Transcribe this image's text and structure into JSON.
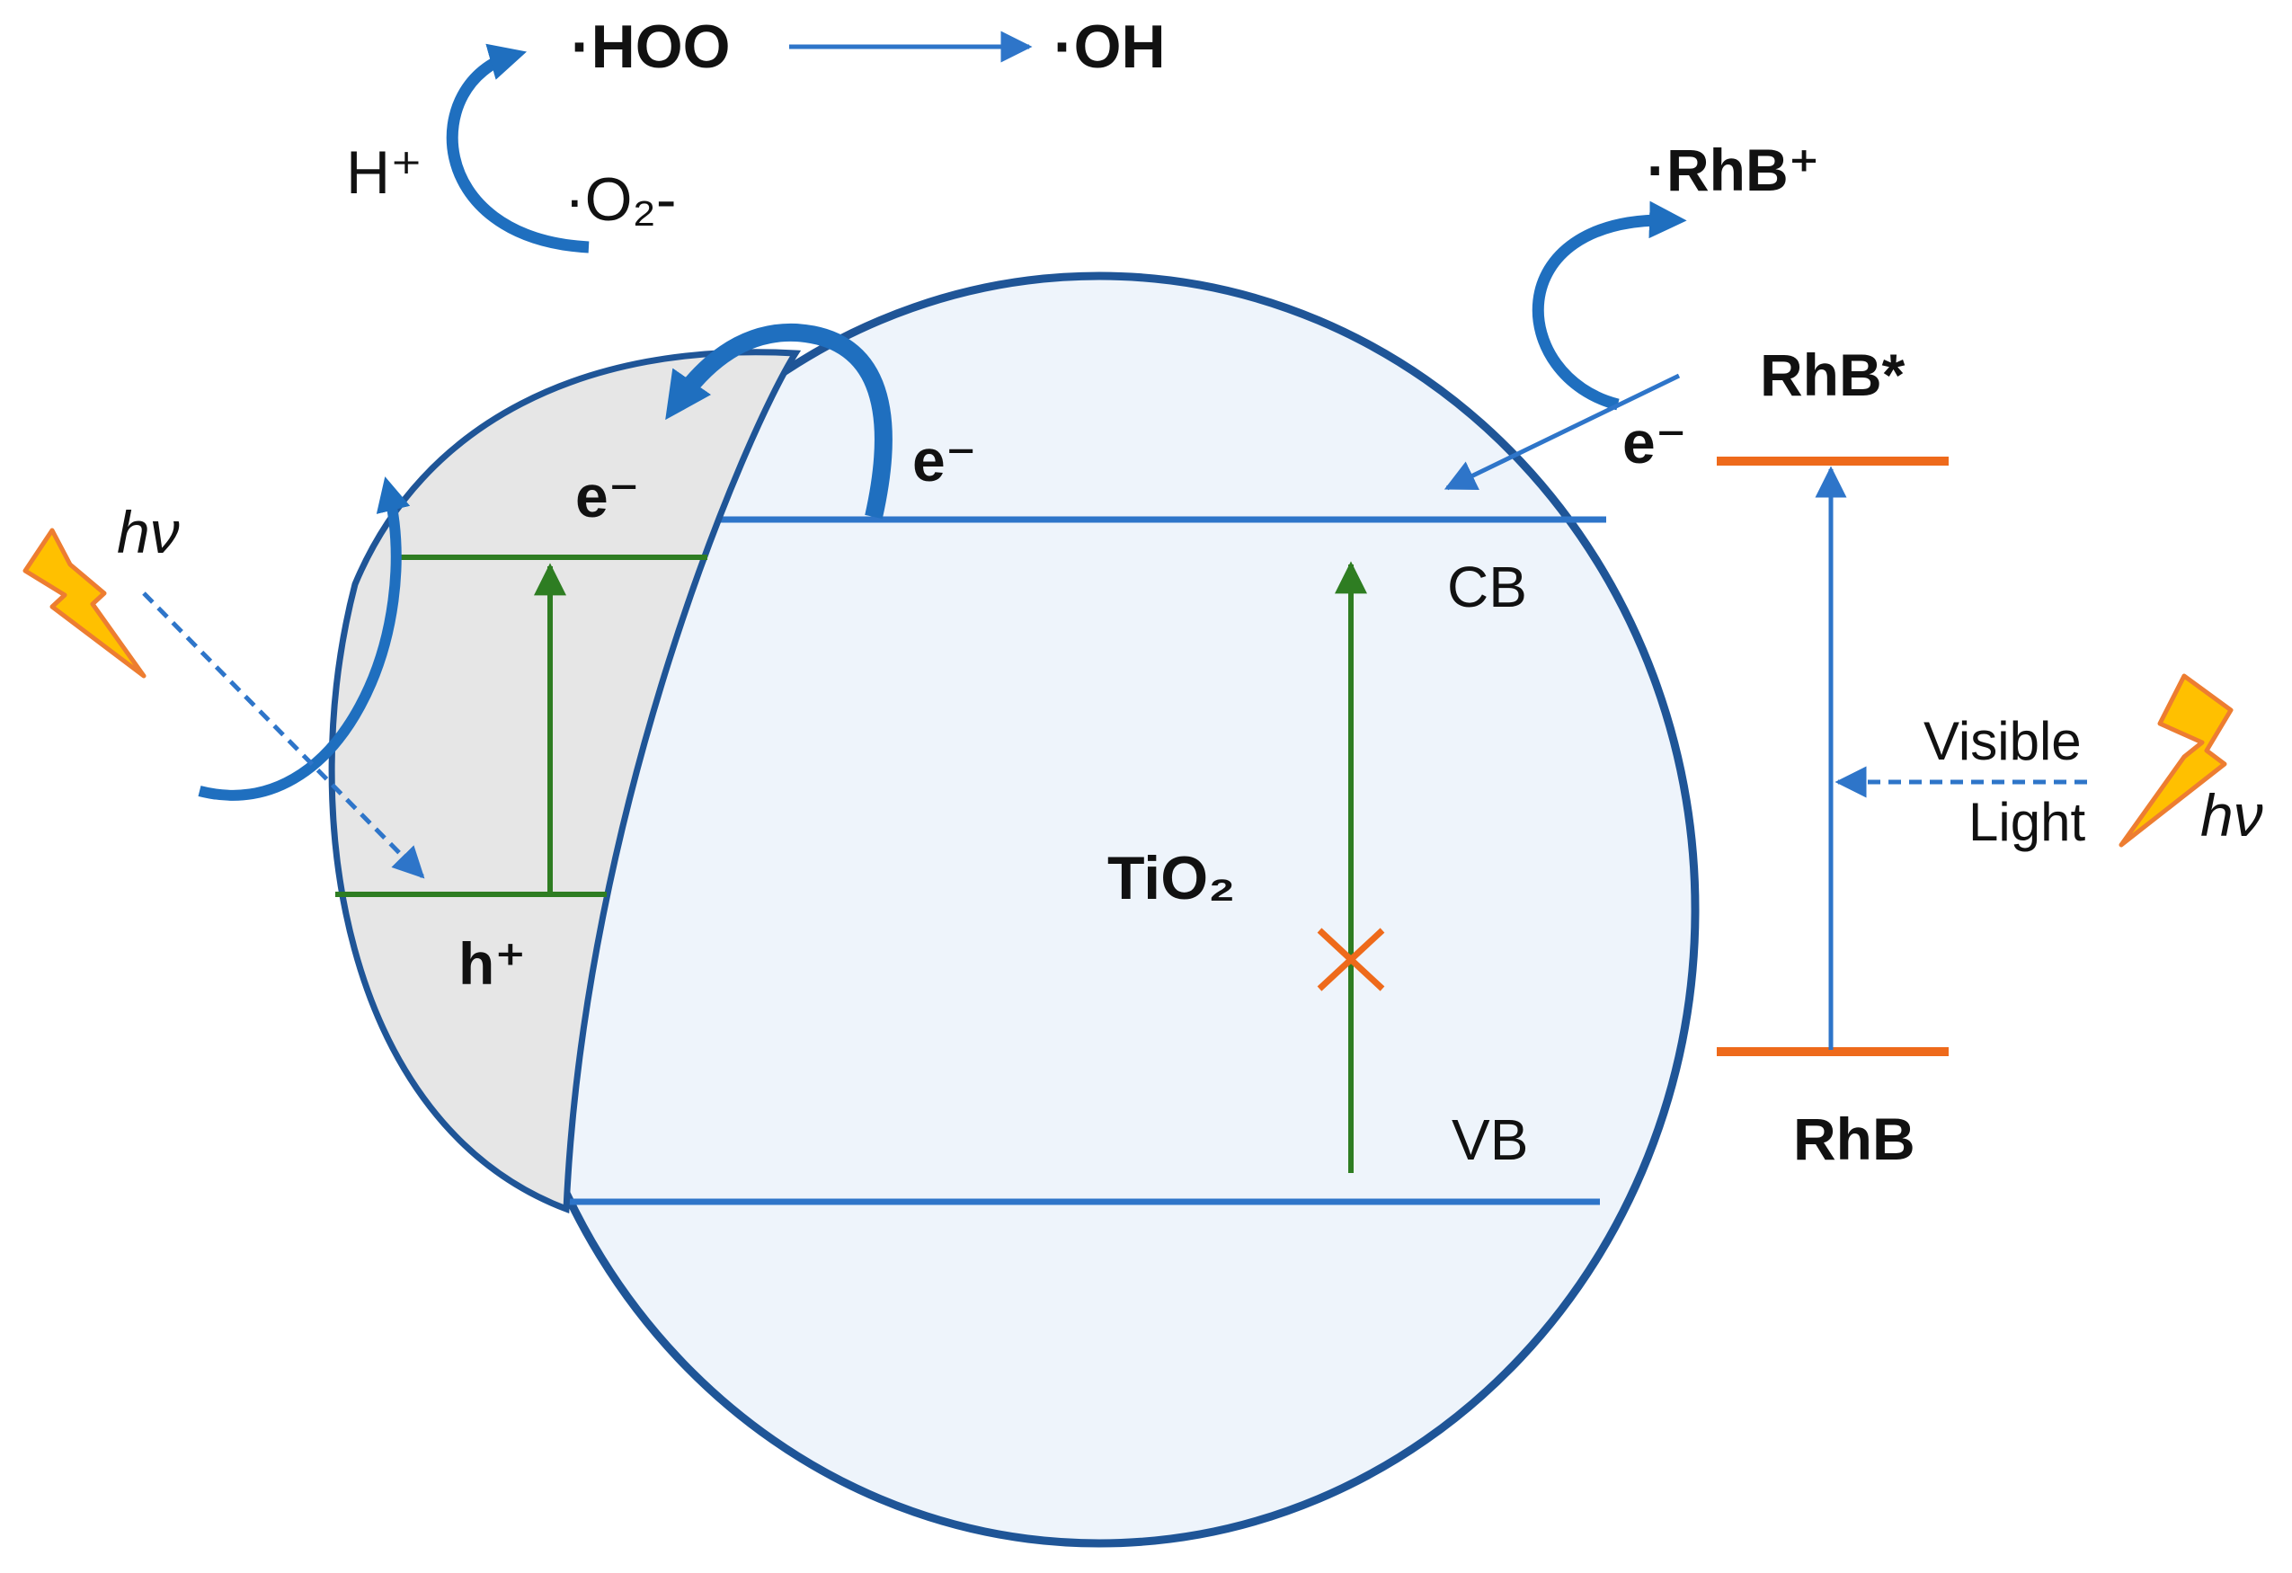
{
  "colors": {
    "particle_fill": "#eef4fb",
    "outline": "#1f5597",
    "band_line": "#2e75c9",
    "arrow_blue": "#2e75c9",
    "curved_arrow": "#1f6fbf",
    "green": "#2e7d22",
    "orange": "#ee6a1b",
    "bolt_fill": "#ffc000",
    "bolt_stroke": "#ed7d31",
    "cap_fill": "#e6e6e6"
  },
  "icons": {
    "light": "lightning-bolt-icon",
    "blocked": "x-mark-icon"
  },
  "labels": {
    "hoo": "·HOO",
    "oh": "·OH",
    "h_plus": "H⁺",
    "superoxide": "·O₂-",
    "rhb_radical": "·RhB⁺",
    "rhb_excited": "RhB*",
    "rhb_ground": "RhB",
    "e_transfer": "e⁻",
    "e_rhb": "e⁻",
    "e_cap": "e⁻",
    "h_cap": "h⁺",
    "hv_left": "hν",
    "hv_right": "hν",
    "cb": "CB",
    "vb": "VB",
    "tio2": "TiO₂",
    "visible": "Visible",
    "light": "Light"
  }
}
